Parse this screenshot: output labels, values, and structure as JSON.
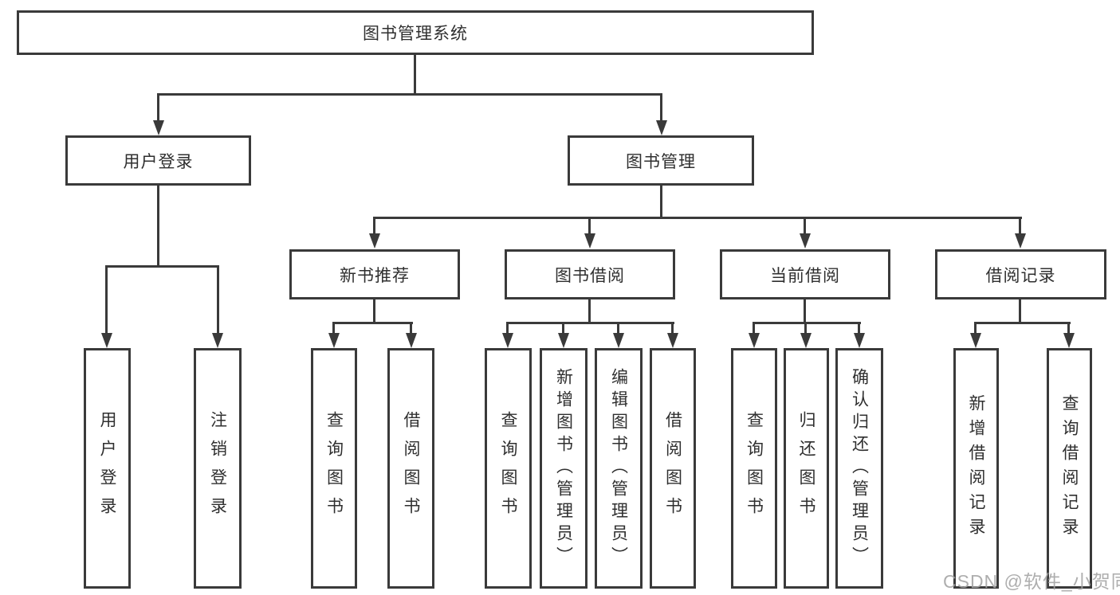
{
  "nodes": {
    "root": "图书管理系统",
    "user_login": "用户登录",
    "book_mgmt": "图书管理",
    "new_book_rec": "新书推荐",
    "book_borrow": "图书借阅",
    "current_borrow": "当前借阅",
    "borrow_record": "借阅记录",
    "leaf_user_login": "用户登录",
    "leaf_logout": "注销登录",
    "leaf_query_book_1": "查询图书",
    "leaf_borrow_book_1": "借阅图书",
    "leaf_query_book_2": "查询图书",
    "leaf_add_book": "新增图书（管理员）",
    "leaf_edit_book": "编辑图书（管理员）",
    "leaf_borrow_book_2": "借阅图书",
    "leaf_query_book_3": "查询图书",
    "leaf_return_book": "归还图书",
    "leaf_confirm_return": "确认归还（管理员）",
    "leaf_add_record": "新增借阅记录",
    "leaf_query_record": "查询借阅记录"
  },
  "tree": {
    "图书管理系统": {
      "用户登录": [
        "用户登录",
        "注销登录"
      ],
      "图书管理": {
        "新书推荐": [
          "查询图书",
          "借阅图书"
        ],
        "图书借阅": [
          "查询图书",
          "新增图书（管理员）",
          "编辑图书（管理员）",
          "借阅图书"
        ],
        "当前借阅": [
          "查询图书",
          "归还图书",
          "确认归还（管理员）"
        ],
        "借阅记录": [
          "新增借阅记录",
          "查询借阅记录"
        ]
      }
    }
  },
  "watermark": "CSDN @软件_小贺同学",
  "colors": {
    "line": "#3a3a3a",
    "text": "#2f2f2f",
    "watermark": "#a3a3a3",
    "background": "#ffffff"
  }
}
